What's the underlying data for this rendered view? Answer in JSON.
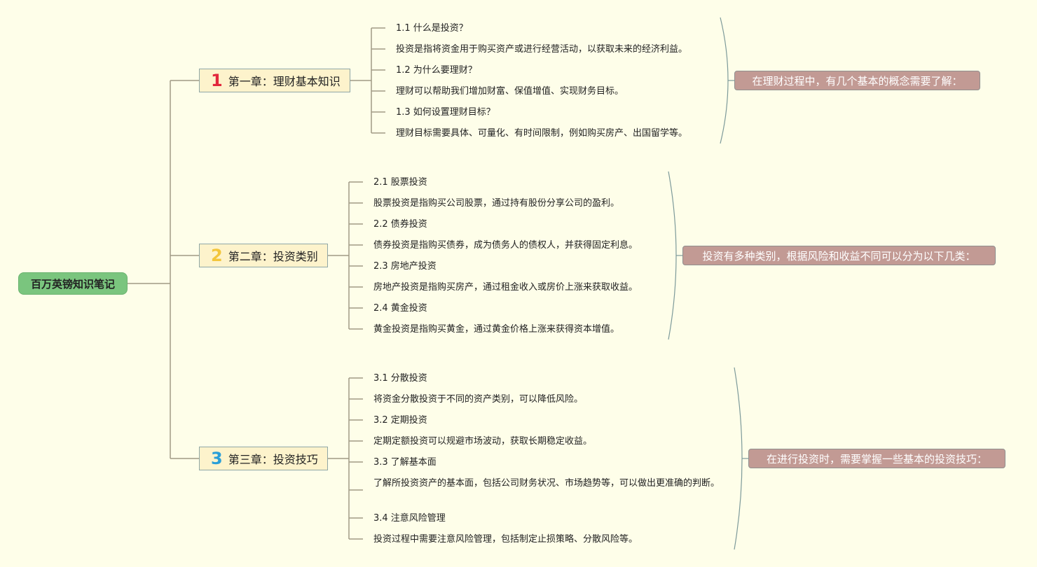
{
  "root": {
    "label": "百万英镑知识笔记"
  },
  "chapters": [
    {
      "num": "1",
      "num_color": "#e2283c",
      "label": "第一章：理财基本知识",
      "summary": "在理财过程中，有几个基本的概念需要了解：",
      "items": [
        "1.1 什么是投资？",
        "投资是指将资金用于购买资产或进行经营活动，以获取未来的经济利益。",
        "1.2 为什么要理财？",
        "理财可以帮助我们增加财富、保值增值、实现财务目标。",
        "1.3 如何设置理财目标？",
        "理财目标需要具体、可量化、有时间限制，例如购买房产、出国留学等。"
      ]
    },
    {
      "num": "2",
      "num_color": "#f3c63c",
      "label": "第二章：投资类别",
      "summary": "投资有多种类别，根据风险和收益不同可以分为以下几类：",
      "items": [
        "2.1 股票投资",
        "股票投资是指购买公司股票，通过持有股份分享公司的盈利。",
        "2.2 债券投资",
        "债券投资是指购买债券，成为债务人的债权人，并获得固定利息。",
        "2.3 房地产投资",
        "房地产投资是指购买房产，通过租金收入或房价上涨来获取收益。",
        "2.4 黄金投资",
        "黄金投资是指购买黄金，通过黄金价格上涨来获得资本增值。"
      ]
    },
    {
      "num": "3",
      "num_color": "#2a9fd8",
      "label": "第三章：投资技巧",
      "summary": "在进行投资时，需要掌握一些基本的投资技巧：",
      "items": [
        "3.1 分散投资",
        "将资金分散投资于不同的资产类别，可以降低风险。",
        "3.2 定期投资",
        "定期定额投资可以规避市场波动，获取长期稳定收益。",
        "3.3 了解基本面",
        "了解所投资资产的基本面，包括公司财务状况、市场趋势等，可以做出更准确的判断。",
        "3.4 注意风险管理",
        "投资过程中需要注意风险管理，包括制定止损策略、分散风险等。"
      ]
    }
  ],
  "colors": {
    "background": "#fefee9",
    "root_fill": "#7ac57e",
    "chapter_fill": "#fdf3cc",
    "summary_fill": "#c29a94",
    "connector": "#a09a86",
    "brace": "#7d9a9a"
  }
}
